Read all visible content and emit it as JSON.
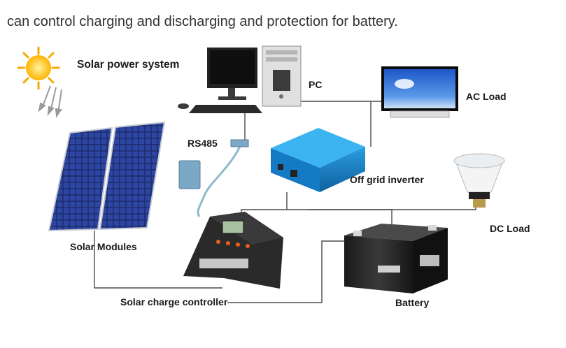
{
  "caption": "can control charging and discharging and protection for battery.",
  "diagram": {
    "title": "Solar power system",
    "labels": {
      "pc": "PC",
      "ac_load": "AC Load",
      "rs485": "RS485",
      "inverter": "Off grid inverter",
      "solar_modules": "Solar Modules",
      "dc_load": "DC Load",
      "controller": "Solar charge controller",
      "battery": "Battery"
    }
  }
}
